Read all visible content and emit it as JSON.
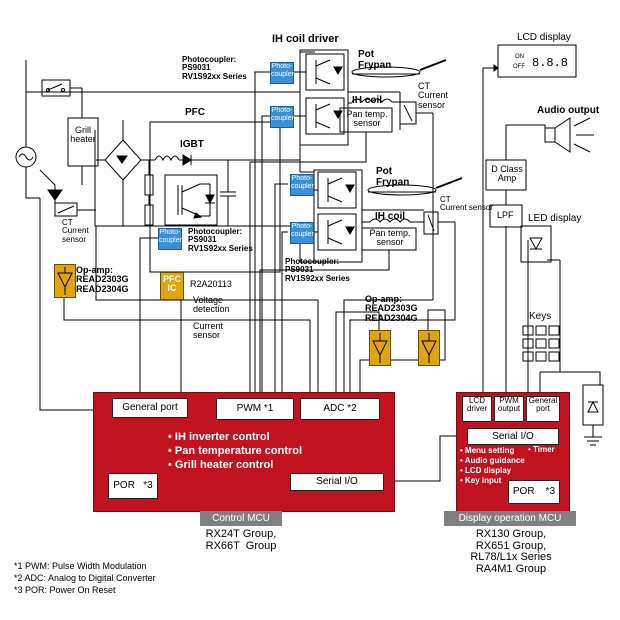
{
  "ih_coil_driver_title": "IH coil driver",
  "lcd_display_label": "LCD display",
  "lcd_on": "ON",
  "lcd_off": "OFF",
  "audio_output_label": "Audio output",
  "d_class_amp": "D Class\nAmp",
  "lpf": "LPF",
  "led_display_label": "LED display",
  "keys_label": "Keys",
  "grill_heater": "Grill\nheater",
  "ct_current_sensor_left": "CT\nCurrent\nsensor",
  "pfc_label": "PFC",
  "igbt_label": "IGBT",
  "photocoupler_short": "Photo-\ncoupler",
  "photocoupler_top_note": "Photocoupler:\nPS9031\nRV1S92xx Series",
  "photocoupler_mid_note": "Photocoupler:\nPS9031\nRV1S92xx Series",
  "photocoupler_low_note": "Photocoupler:\nPS9031\nRV1S92xx Series",
  "pot1": "Pot\nFrypan",
  "pot2": "Pot\nFrypan",
  "ih_coil": "IH coil",
  "pan_temp_sensor": "Pan temp.\nsensor",
  "ct_current_sensor_right": "CT\nCurrent\nsensor",
  "ct_current_sensor_right2": "CT\nCurrent sensor",
  "op_amp_left": "Op-amp:\nREAD2303G\nREAD2304G",
  "op_amp_right": "Op-amp:\nREAD2303G\nREAD2304G",
  "pfc_ic": "PFC\nIC",
  "r2a20113": "R2A20113",
  "voltage_detection": "Voltage\ndetection",
  "current_sensor_mid": "Current\nsensor",
  "control_mcu": {
    "general_port": "General port",
    "pwm": "PWM *1",
    "adc": "ADC *2",
    "functions": [
      "IH inverter control",
      "Pan temperature control",
      "Grill heater control"
    ],
    "por": "POR   *3",
    "serial_io": "Serial I/O",
    "bar_label": "Control MCU",
    "groups": "RX24T Group,\nRX66T  Group"
  },
  "display_mcu": {
    "lcd_driver": "LCD\ndriver",
    "pwm_output": "PWM\noutput",
    "general_port": "General\nport",
    "serial_io": "Serial I/O",
    "functions_left": "• Menu setting\n• Audio guidance\n• LCD display\n• Key input",
    "timer": "• Timer",
    "por": "POR    *3",
    "bar_label": "Display operation MCU",
    "groups": "RX130 Group,\nRX651 Group,\nRL78/L1x Series\nRA4M1 Group"
  },
  "footnotes": [
    "*1 PWM: Pulse Width Modulation",
    "*2 ADC: Analog to Digital Converter",
    "*3 POR: Power On Reset"
  ],
  "colors": {
    "mcu_red": "#c1121f",
    "photocoupler_blue": "#3a8fd6",
    "opamp_gold": "#e0a410",
    "bar_gray": "#808080"
  }
}
